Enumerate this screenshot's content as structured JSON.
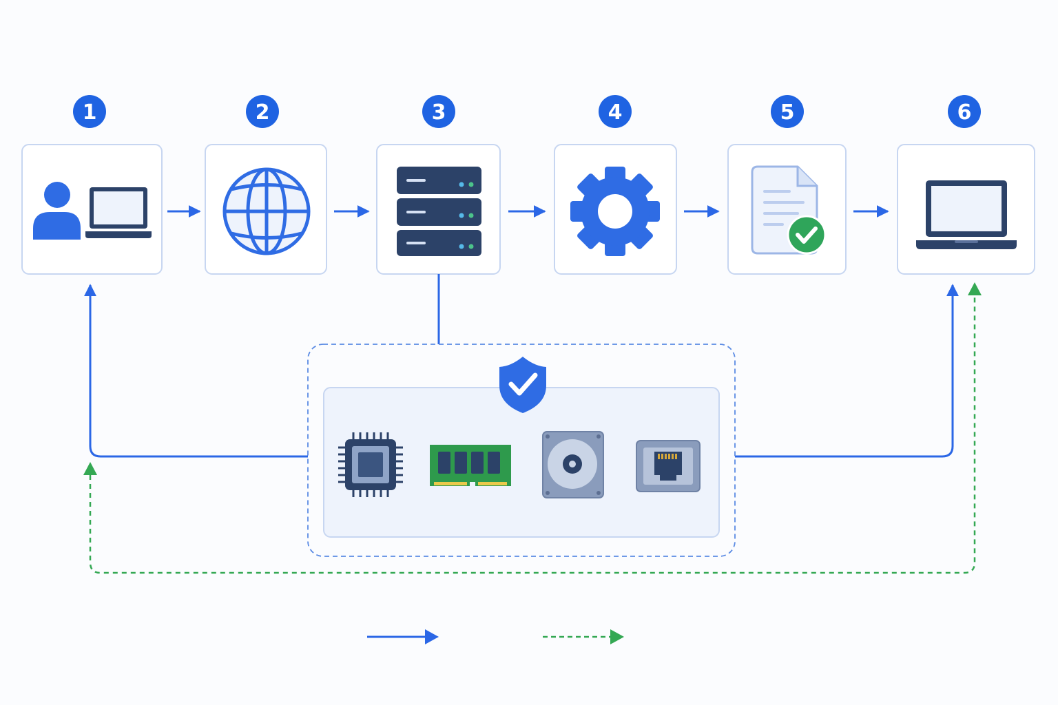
{
  "colors": {
    "flow_blue": "#2b67e6",
    "icon_blue": "#2f6ce4",
    "navy": "#2c4268",
    "card_border": "#c7d6f1",
    "card_fill": "#ffffff",
    "panel_fill": "#eef3fc",
    "return_green": "#34a853",
    "check_green": "#2fa55a"
  },
  "steps": [
    {
      "number": "1",
      "icon": "user-with-laptop-icon"
    },
    {
      "number": "2",
      "icon": "globe-icon"
    },
    {
      "number": "3",
      "icon": "server-rack-icon"
    },
    {
      "number": "4",
      "icon": "gear-icon"
    },
    {
      "number": "5",
      "icon": "verified-document-icon"
    },
    {
      "number": "6",
      "icon": "laptop-icon"
    }
  ],
  "hardware": {
    "badge_icon": "shield-check-icon",
    "components": [
      "cpu-chip-icon",
      "ram-module-icon",
      "hard-drive-icon",
      "ethernet-port-icon"
    ]
  },
  "legend": {
    "items": [
      {
        "style": "solid",
        "color": "#2b67e6"
      },
      {
        "style": "dashed",
        "color": "#34a853"
      }
    ]
  }
}
